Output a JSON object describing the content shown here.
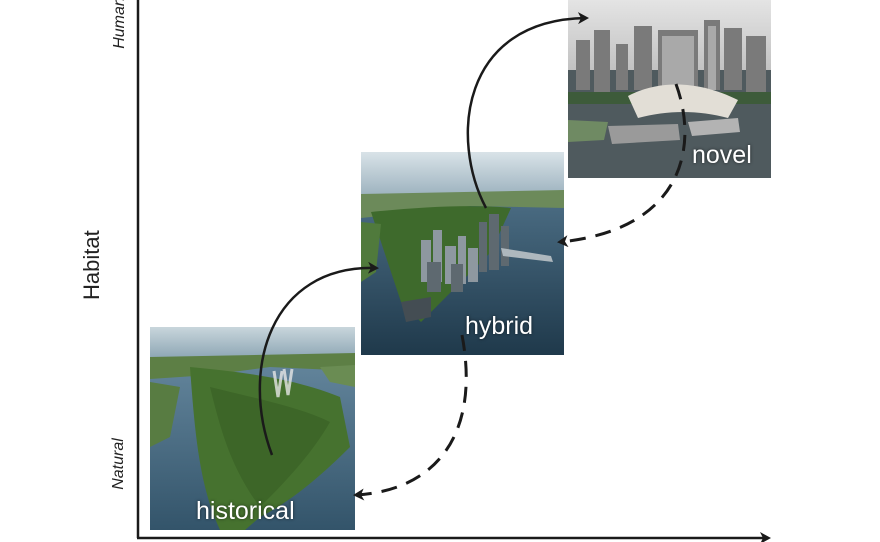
{
  "axis": {
    "y_title": "Habitat",
    "y_high": "Human",
    "y_low": "Natural"
  },
  "stages": [
    {
      "label": "historical",
      "icon": "natural-island-photo"
    },
    {
      "label": "hybrid",
      "icon": "hybrid-city-photo"
    },
    {
      "label": "novel",
      "icon": "novel-city-photo"
    }
  ],
  "colors": {
    "water": "#5a7f99",
    "forest": "#4d7a34",
    "sky": "#b7c9d4",
    "arrow": "#1a1a1a"
  }
}
